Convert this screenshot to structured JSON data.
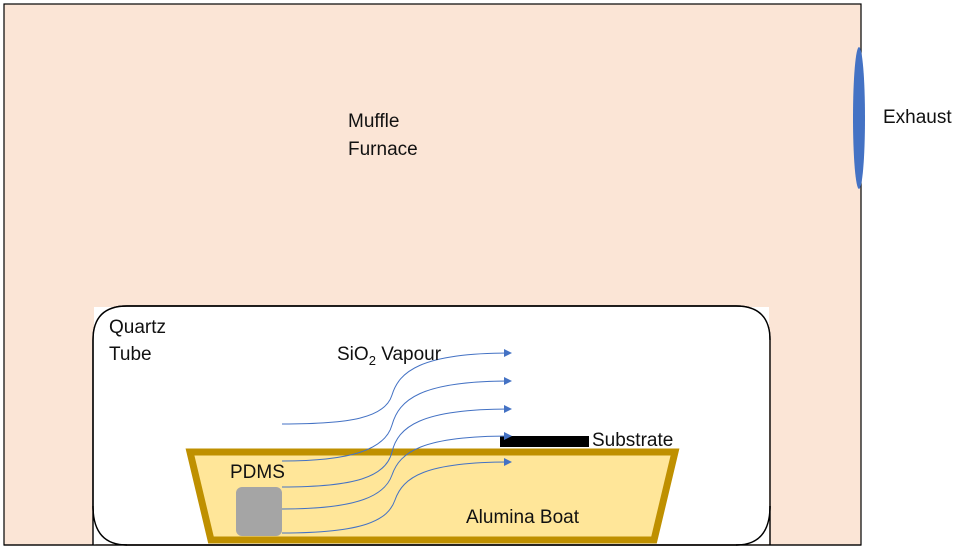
{
  "labels": {
    "furnace_line1": "Muffle",
    "furnace_line2": "Furnace",
    "exhaust": "Exhaust",
    "tube_line1": "Quartz",
    "tube_line2": "Tube",
    "vapour_prefix": "SiO",
    "vapour_subscript": "2",
    "vapour_suffix": " Vapour",
    "substrate": "Substrate",
    "pdms": "PDMS",
    "boat": "Alumina Boat"
  },
  "colors": {
    "furnace_fill": "#fbe5d6",
    "furnace_stroke": "#000000",
    "exhaust": "#4472c4",
    "tube_fill": "#ffffff",
    "boat_fill": "#ffe699",
    "boat_stroke": "#bf9000",
    "pdms": "#a5a5a5",
    "substrate": "#000000",
    "flow_arrows": "#4472c4"
  }
}
